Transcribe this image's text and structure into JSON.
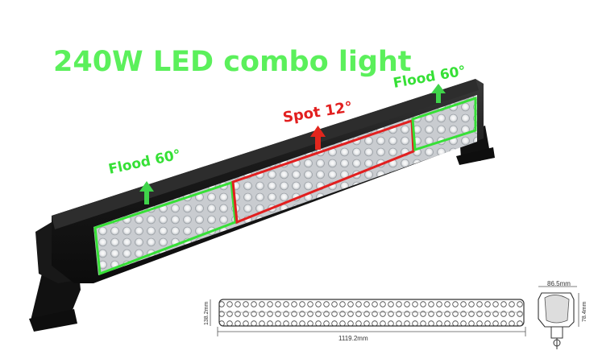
{
  "title": "240W LED combo light",
  "labels": {
    "flood_left": "Flood 60°",
    "spot_center": "Spot 12°",
    "flood_right": "Flood 60°"
  },
  "dimensions": {
    "length": "1119.2mm",
    "height": "138.2mm",
    "depth": "86.5mm",
    "side_height": "78.4mm"
  },
  "colors": {
    "title": "#5bf05b",
    "flood": "#36e036",
    "spot": "#e21f1f",
    "arrow_green": "#3fd44a",
    "arrow_red": "#e2261d",
    "bar_body": "#1c1c1c"
  }
}
